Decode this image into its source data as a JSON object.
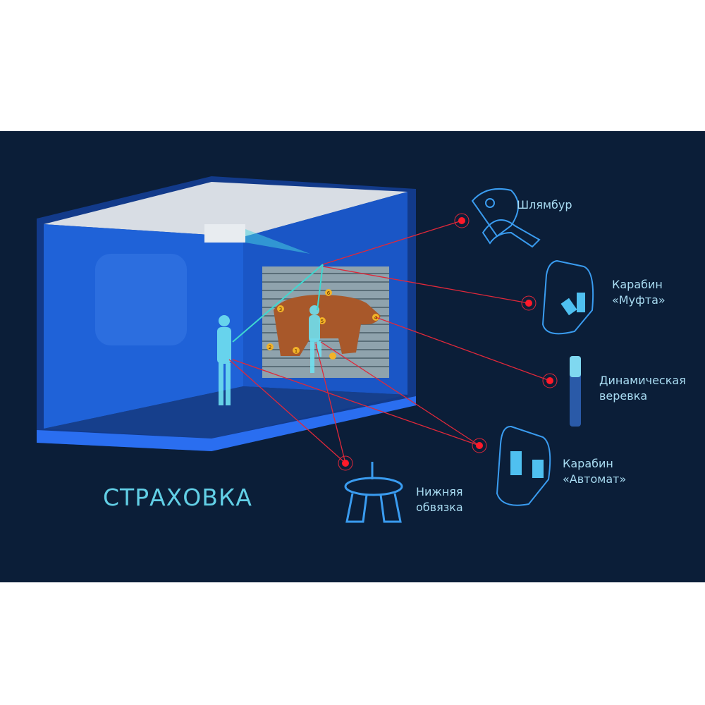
{
  "title": "СТРАХОВКА",
  "labels": {
    "shlyambur": "Шлямбур",
    "karabin_mufta_1": "Карабин",
    "karabin_mufta_2": "«Муфта»",
    "rope_1": "Динамическая",
    "rope_2": "веревка",
    "karabin_avtomat_1": "Карабин",
    "karabin_avtomat_2": "«Автомат»",
    "harness_1": "Нижняя",
    "harness_2": "обвязка"
  },
  "hold_numbers": [
    "1",
    "2",
    "3",
    "4",
    "5",
    "6"
  ],
  "colors": {
    "background": "#0b1e38",
    "accent": "#62cfe6",
    "marker": "#ff1a2a",
    "wall": "#1d5fd6"
  }
}
